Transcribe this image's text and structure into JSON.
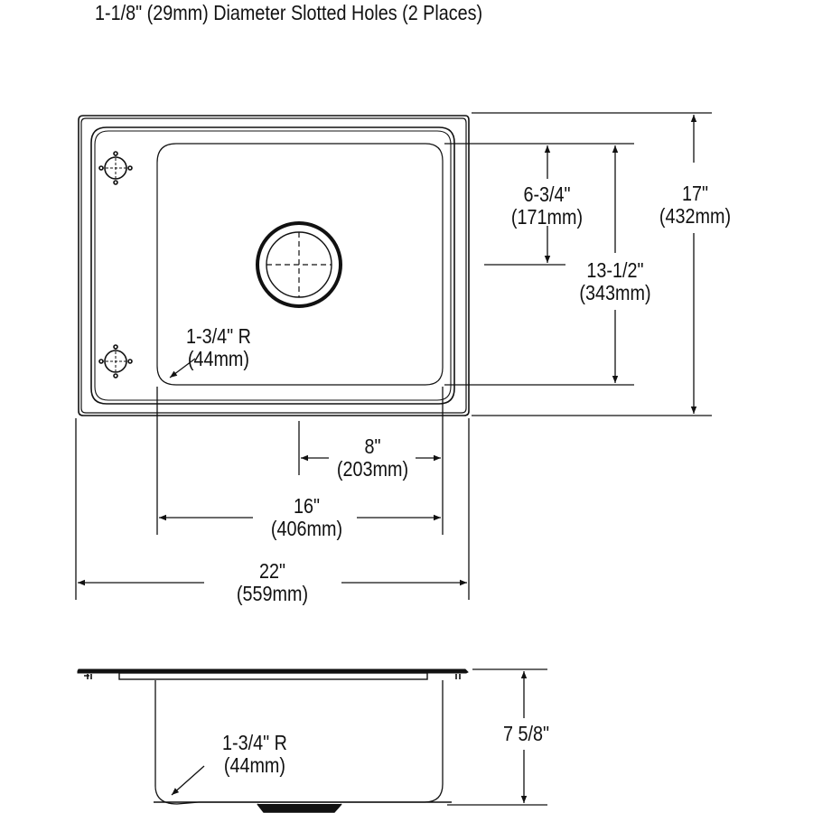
{
  "title": "1-1/8\" (29mm) Diameter Slotted Holes (2 Places)",
  "top_view": {
    "corner_radius": {
      "inches": "1-3/4\" R",
      "mm": "(44mm)"
    },
    "dim_drain_to_back": {
      "inches": "6-3/4\"",
      "mm": "(171mm)"
    },
    "dim_bowl_length": {
      "inches": "13-1/2\"",
      "mm": "(343mm)"
    },
    "dim_overall_length": {
      "inches": "17\"",
      "mm": "(432mm)"
    },
    "dim_drain_to_side": {
      "inches": "8\"",
      "mm": "(203mm)"
    },
    "dim_bowl_width": {
      "inches": "16\"",
      "mm": "(406mm)"
    },
    "dim_overall_width": {
      "inches": "22\"",
      "mm": "(559mm)"
    },
    "faucet_holes": 2
  },
  "front_view": {
    "corner_radius": {
      "inches": "1-3/4\" R",
      "mm": "(44mm)"
    },
    "dim_depth": {
      "inches": "7 5/8\""
    }
  }
}
